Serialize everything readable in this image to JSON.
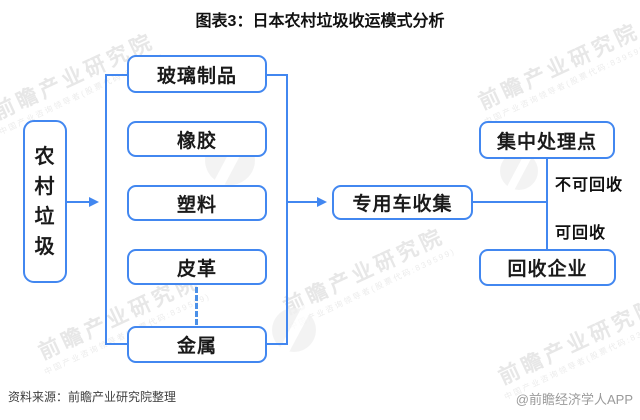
{
  "title": "图表3：日本农村垃圾收运模式分析",
  "diagram": {
    "source_node": {
      "label": "农村垃圾"
    },
    "waste_types": [
      "玻璃制品",
      "橡胶",
      "塑料",
      "皮革",
      "金属"
    ],
    "collection_node": {
      "label": "专用车收集"
    },
    "processing_node": {
      "label": "集中处理点"
    },
    "recycling_node": {
      "label": "回收企业"
    },
    "branch_labels": {
      "non_recyclable": "不可回收",
      "recyclable": "可回收"
    }
  },
  "footer": {
    "source": "资料来源：前瞻产业研究院整理",
    "credit": "@前瞻经济学人APP"
  },
  "watermark": {
    "text": "前瞻产业研究院",
    "subtext": "中国产业咨询领导者(股票代码:839599)"
  },
  "colors": {
    "line_blue": "#4287f0",
    "text_dark": "#1a1a1a",
    "watermark_gray": "#e7e7e7"
  }
}
